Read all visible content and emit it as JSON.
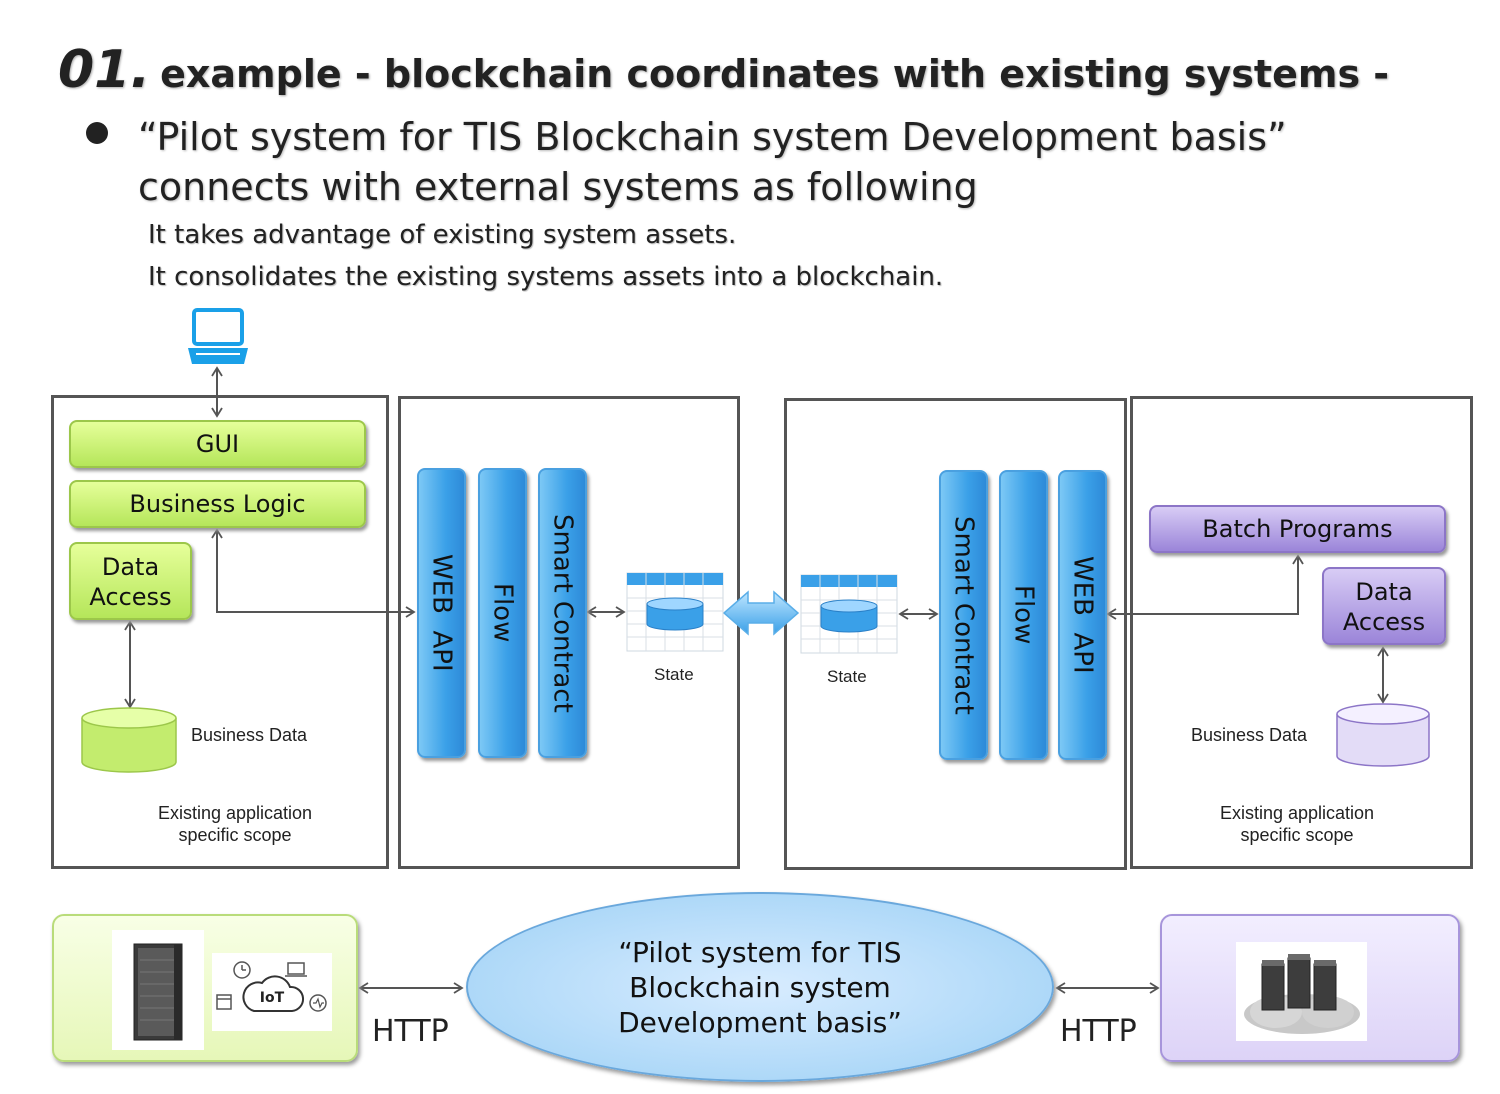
{
  "header": {
    "number": "01.",
    "title": "example - blockchain coordinates with existing systems -"
  },
  "bullet": {
    "line1": "“Pilot system for TIS Blockchain system Development basis”",
    "line2": "connects with external systems as following"
  },
  "notes": [
    "It takes advantage of existing system assets.",
    "It consolidates the existing systems assets into a blockchain."
  ],
  "left_system": {
    "gui": "GUI",
    "business_logic": "Business Logic",
    "data_access": "Data\nAccess",
    "business_data": "Business Data",
    "scope": "Existing application\nspecific scope"
  },
  "left_node": {
    "web_api": "WEB  API",
    "flow": "Flow",
    "smart_contract": "Smart Contract",
    "state": "State"
  },
  "right_node": {
    "smart_contract": "Smart Contract",
    "flow": "Flow",
    "web_api": "WEB  API",
    "state": "State"
  },
  "right_system": {
    "batch_programs": "Batch Programs",
    "data_access": "Data\nAccess",
    "business_data": "Business Data",
    "scope": "Existing application\nspecific scope"
  },
  "bottom": {
    "iot_label": "IoT",
    "http_left": "HTTP",
    "http_right": "HTTP",
    "center": "“Pilot system for TIS\nBlockchain system\nDevelopment basis”"
  },
  "colors": {
    "green": "#b5e65a",
    "purple": "#9b85d9",
    "blue": "#3aa0e8"
  }
}
